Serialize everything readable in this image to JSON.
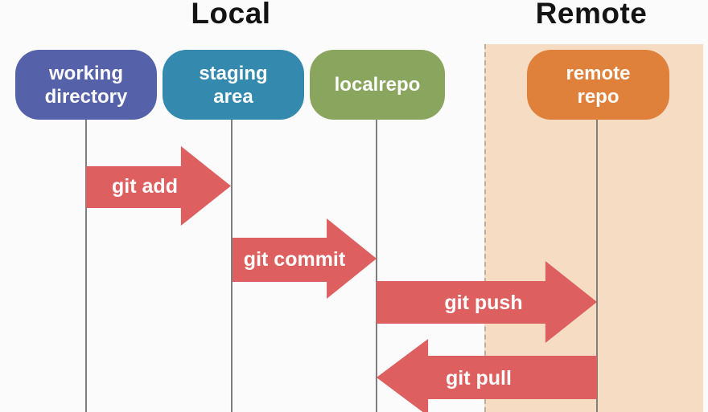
{
  "headers": {
    "local": "Local",
    "remote": "Remote"
  },
  "nodes": [
    {
      "id": "working-directory",
      "label": "working\ndirectory",
      "color": "#5561a8"
    },
    {
      "id": "staging-area",
      "label": "staging\narea",
      "color": "#3389ae"
    },
    {
      "id": "localrepo",
      "label": "localrepo",
      "color": "#8aa55e"
    },
    {
      "id": "remote-repo",
      "label": "remote\nrepo",
      "color": "#e0813b"
    }
  ],
  "arrows": [
    {
      "id": "git-add",
      "label": "git add",
      "from": "working-directory",
      "to": "staging-area",
      "direction": "right"
    },
    {
      "id": "git-commit",
      "label": "git commit",
      "from": "staging-area",
      "to": "localrepo",
      "direction": "right"
    },
    {
      "id": "git-push",
      "label": "git push",
      "from": "localrepo",
      "to": "remote-repo",
      "direction": "right"
    },
    {
      "id": "git-pull",
      "label": "git pull",
      "from": "remote-repo",
      "to": "localrepo",
      "direction": "left"
    }
  ],
  "colors": {
    "arrow": "#de5f5f",
    "remote_background": "#f6dcc2",
    "lane_line": "#7f7f7f",
    "page_background": "#fbfbfb"
  }
}
